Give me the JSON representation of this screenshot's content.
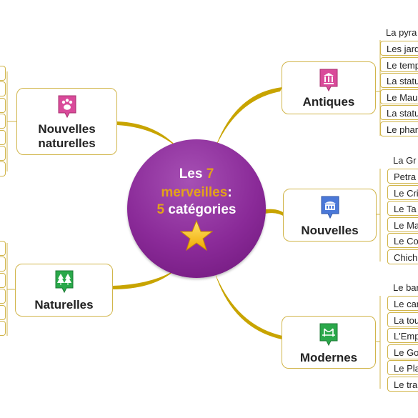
{
  "center": {
    "word1": "Les",
    "number": "7",
    "word2": "merveilles",
    "colon": ":",
    "count": "5",
    "word3": "catégories"
  },
  "branches": {
    "antiques": {
      "label": "Antiques",
      "icon": "temple-icon",
      "items": [
        "La pyra",
        "Les jard",
        "Le temp",
        "La statu",
        "Le Mau",
        "La statu",
        "Le phar"
      ]
    },
    "nouvelles": {
      "label": "Nouvelles",
      "icon": "building-icon",
      "items": [
        "La Gr",
        "Petra",
        "Le Cri",
        "Le Ta",
        "Le Ma",
        "Le Co",
        "Chich"
      ]
    },
    "modernes": {
      "label": "Modernes",
      "icon": "bridge-icon",
      "items": [
        "Le bar",
        "Le can",
        "La tou",
        "L'Emp",
        "Le Go",
        "Le Pla",
        "Le tra"
      ]
    },
    "nouvelles_naturelles": {
      "label_line1": "Nouvelles",
      "label_line2": "naturelles",
      "icon": "paw-icon"
    },
    "naturelles": {
      "label": "Naturelles",
      "icon": "trees-icon"
    }
  },
  "colors": {
    "center_purple": "#8a2a98",
    "accent_gold": "#e3a21a",
    "connector_gold": "#c8a400",
    "leaf_border": "#d1b54a",
    "antiques_icon": "#d94a9a",
    "nouvelles_icon": "#4a78d8",
    "modernes_icon": "#2aa84a",
    "nouvelles_naturelles_icon": "#d94a9a",
    "naturelles_icon": "#2aa84a"
  }
}
